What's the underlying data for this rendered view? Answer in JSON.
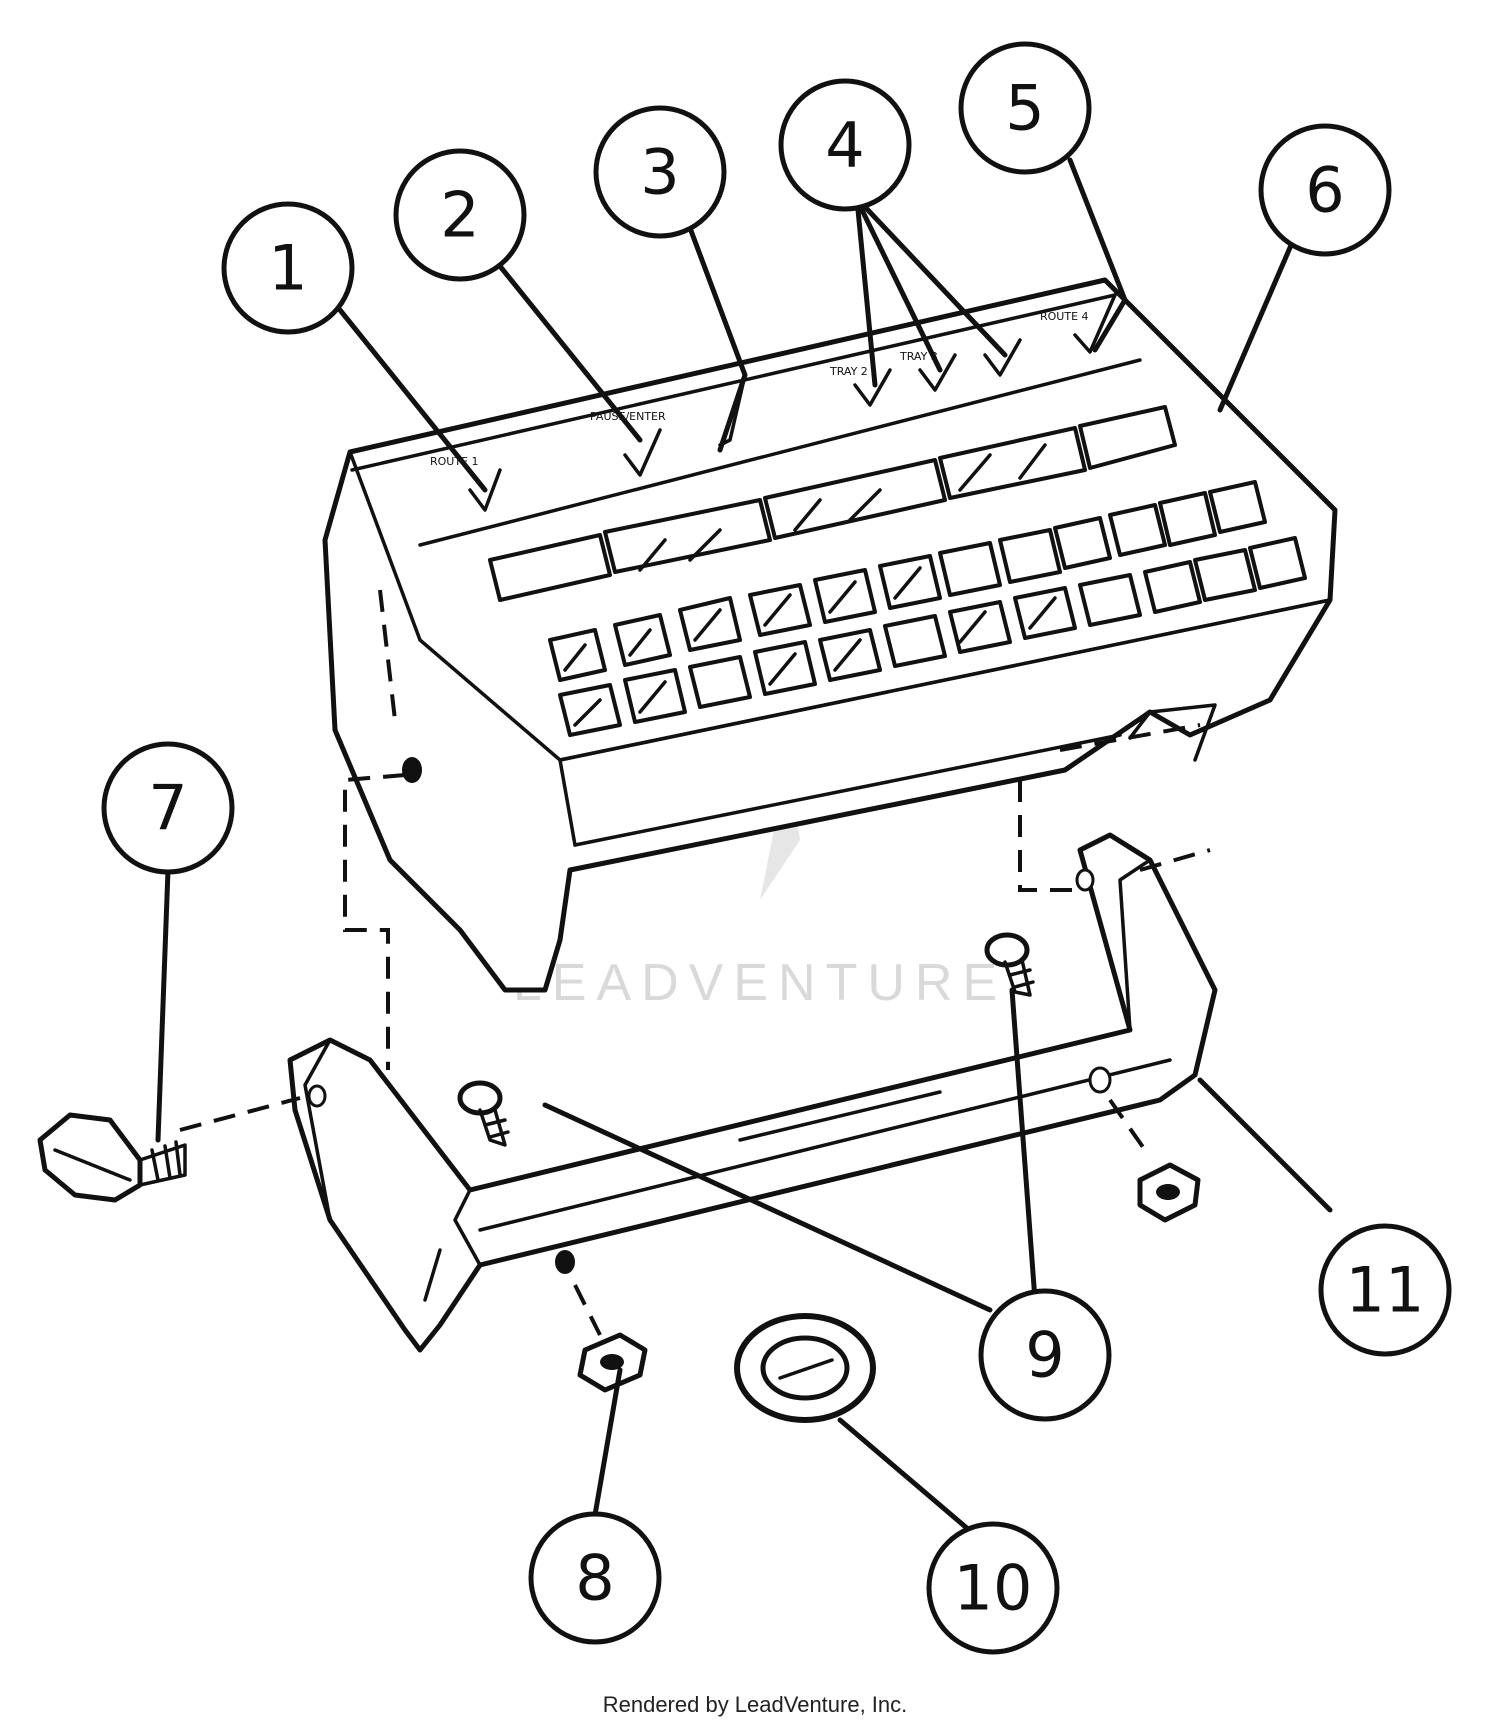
{
  "watermark": "LEADVENTURE",
  "credit": "Rendered by LeadVenture, Inc.",
  "callouts": [
    {
      "label": "1"
    },
    {
      "label": "2"
    },
    {
      "label": "3"
    },
    {
      "label": "4"
    },
    {
      "label": "5"
    },
    {
      "label": "6"
    },
    {
      "label": "7"
    },
    {
      "label": "8"
    },
    {
      "label": "9"
    },
    {
      "label": "10"
    },
    {
      "label": "11"
    }
  ]
}
